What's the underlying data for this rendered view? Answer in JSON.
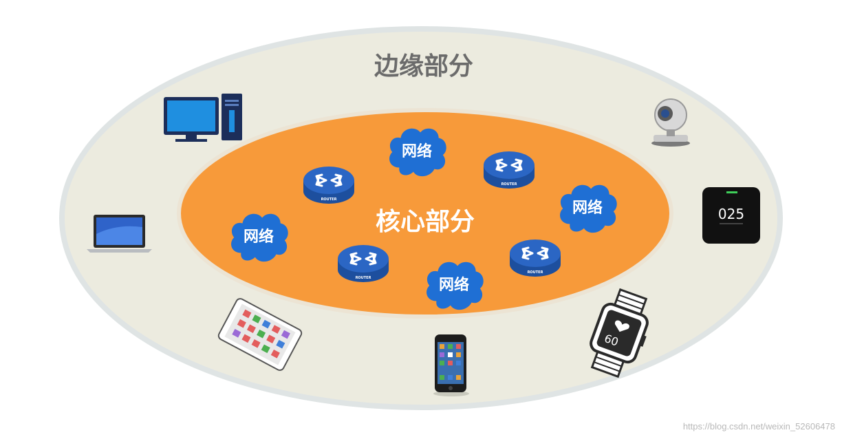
{
  "diagram": {
    "outer_label": "边缘部分",
    "inner_label": "核心部分",
    "network_label": "网络",
    "router_label": "ROUTER",
    "colors": {
      "outer_fill": "#ecebdf",
      "outer_ring": "#e1e6e6",
      "core_fill": "#f79a3a",
      "core_ring": "#e9e2d4",
      "cloud_fill": "#1f6fd4",
      "router_fill": "#2b66c4",
      "label_text": "#6b6b6b",
      "core_text": "#ffffff"
    },
    "devices": {
      "desktop_icon": "desktop-computer-icon",
      "laptop_icon": "laptop-icon",
      "tablet_icon": "tablet-icon",
      "phone_icon": "smartphone-icon",
      "watch_icon": "smartwatch-icon",
      "watch_value": "60",
      "thermostat_icon": "smart-thermostat-icon",
      "thermostat_value": "025",
      "webcam_icon": "webcam-icon"
    }
  },
  "watermark": "https://blog.csdn.net/weixin_52606478"
}
